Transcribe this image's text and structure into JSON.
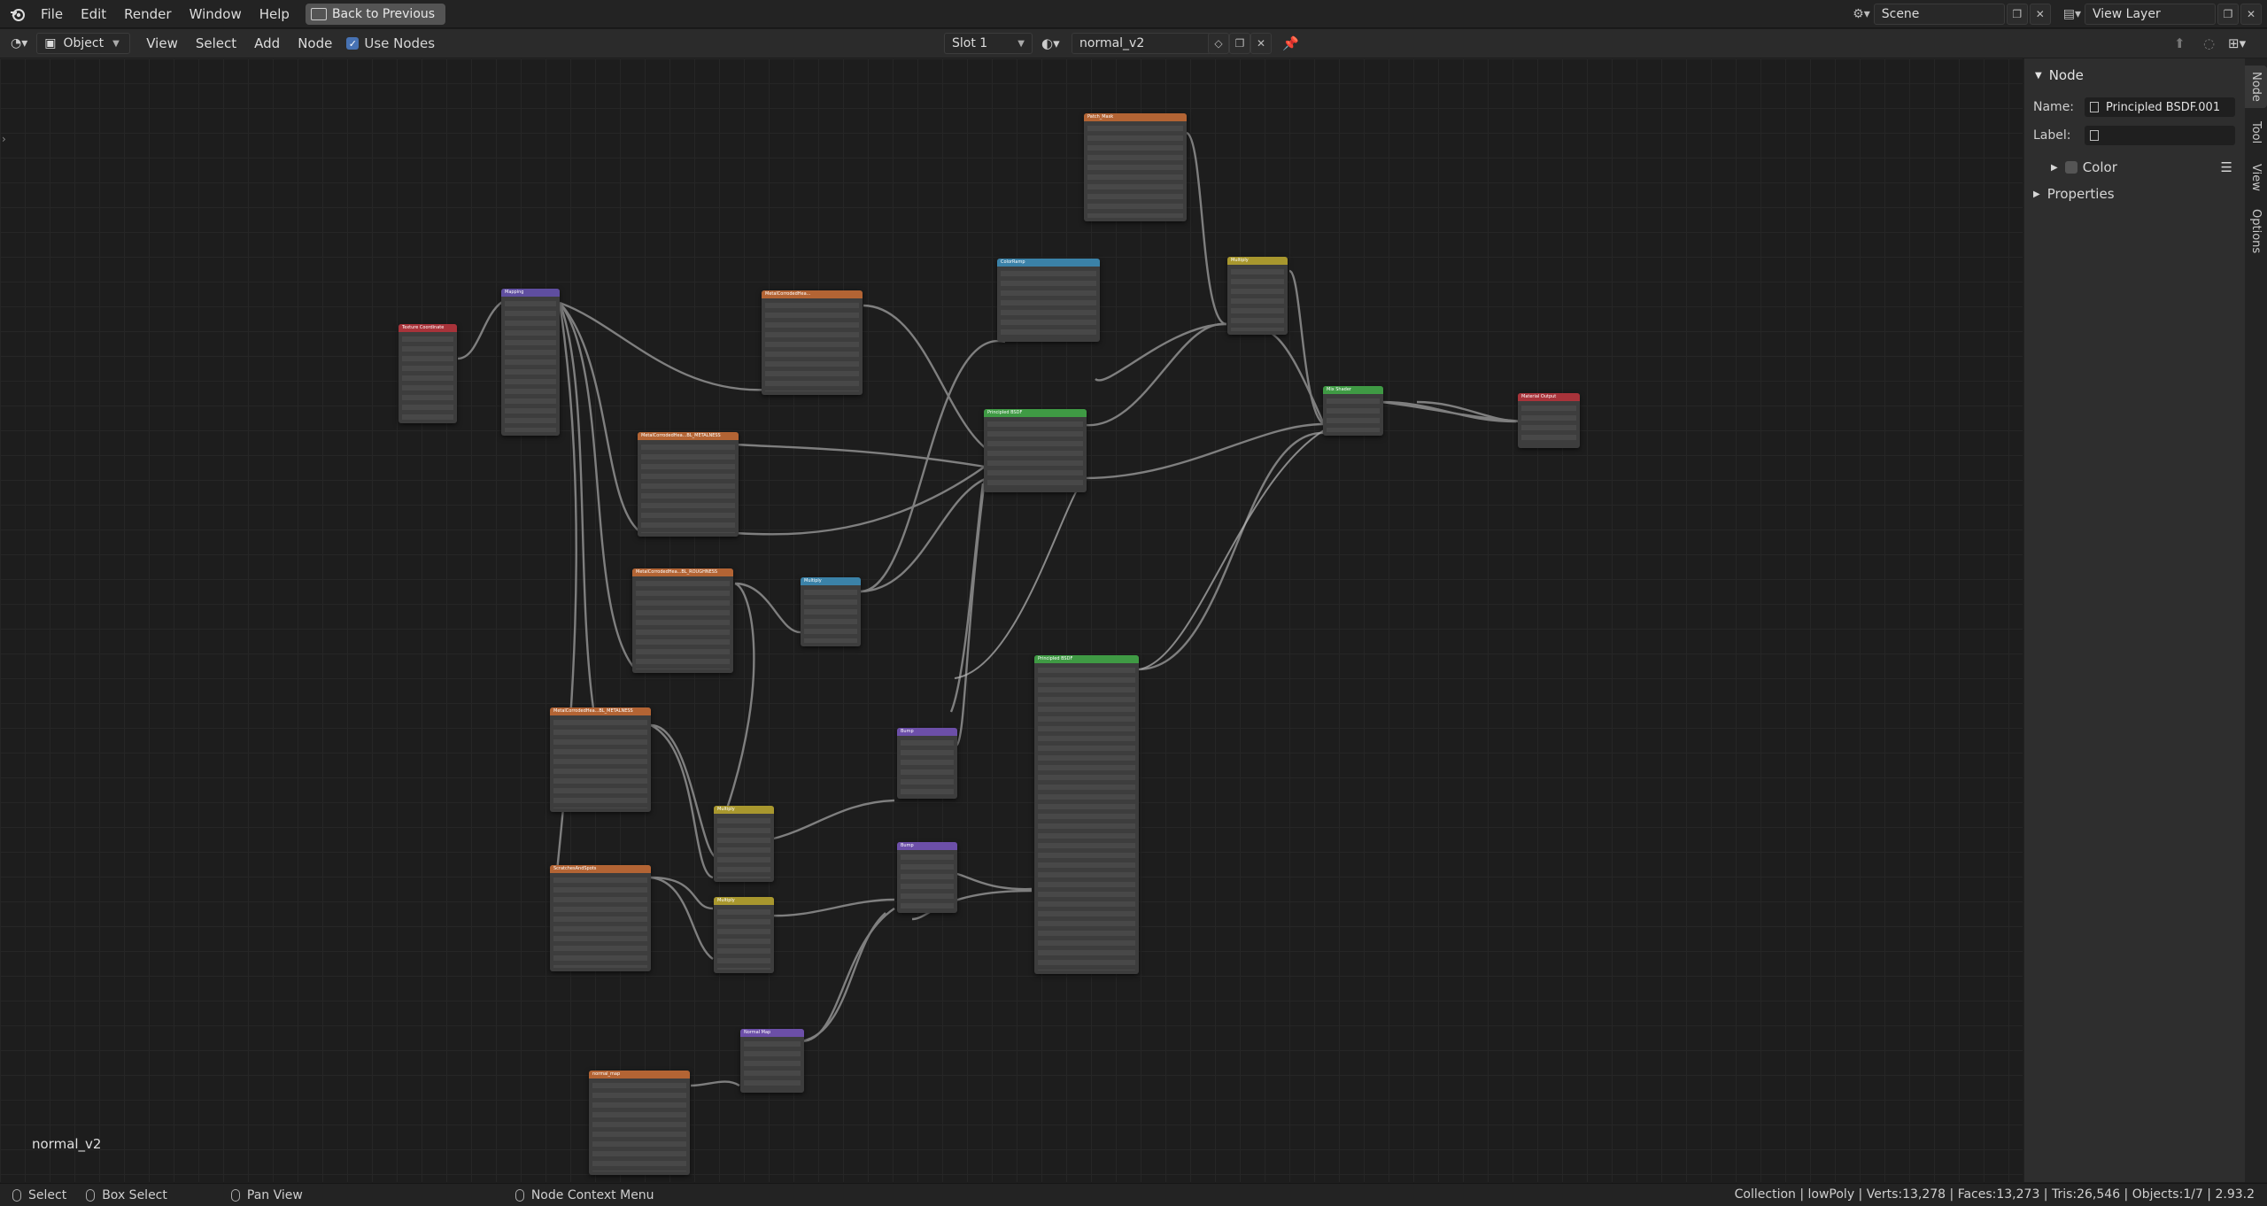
{
  "topbar": {
    "menus": [
      "File",
      "Edit",
      "Render",
      "Window",
      "Help"
    ],
    "back_button": "Back to Previous",
    "scene": "Scene",
    "view_layer": "View Layer"
  },
  "header": {
    "mode": "Object",
    "menus": [
      "View",
      "Select",
      "Add",
      "Node"
    ],
    "use_nodes_label": "Use Nodes",
    "slot": "Slot 1",
    "material": "normal_v2"
  },
  "editor": {
    "label": "normal_v2",
    "nodes": [
      {
        "title": "Texture Coordinate",
        "color": "#a8333a"
      },
      {
        "title": "Mapping",
        "color": "#5f4ea0"
      },
      {
        "title": "MetalCorrodedHea...",
        "color": "#b36434"
      },
      {
        "title": "MetalCorrodedHea...BL_METALNESS",
        "color": "#b36434"
      },
      {
        "title": "MetalCorrodedHea...BL_ROUGHNESS",
        "color": "#b36434"
      },
      {
        "title": "MetalCorrodedHea...BL_METALNESS",
        "color": "#b36434"
      },
      {
        "title": "ScratchesAndSpots",
        "color": "#b36434"
      },
      {
        "title": "normal_map",
        "color": "#b36434"
      },
      {
        "title": "Patch_Mask",
        "color": "#b36434"
      },
      {
        "title": "ColorRamp",
        "color": "#3b82a8"
      },
      {
        "title": "Multiply",
        "color": "#3b82a8"
      },
      {
        "title": "Multiply",
        "color": "#a8972e"
      },
      {
        "title": "Multiply",
        "color": "#a8972e"
      },
      {
        "title": "Multiply",
        "color": "#a8972e"
      },
      {
        "title": "Bump",
        "color": "#6c4fa8"
      },
      {
        "title": "Bump",
        "color": "#6c4fa8"
      },
      {
        "title": "Normal Map",
        "color": "#6c4fa8"
      },
      {
        "title": "Principled BSDF",
        "color": "#3f9a44"
      },
      {
        "title": "Principled BSDF",
        "color": "#3f9a44"
      },
      {
        "title": "Mix Shader",
        "color": "#3f9a44"
      },
      {
        "title": "Material Output",
        "color": "#a8333a"
      }
    ]
  },
  "npanel": {
    "section": "Node",
    "name_label": "Name:",
    "name_value": "Principled BSDF.001",
    "label_label": "Label:",
    "label_value": "",
    "color_label": "Color",
    "properties_label": "Properties",
    "tabs": [
      "Node",
      "Tool",
      "View",
      "Options"
    ]
  },
  "statusbar": {
    "select": "Select",
    "box_select": "Box Select",
    "pan_view": "Pan View",
    "context_menu": "Node Context Menu",
    "stats": "Collection | lowPoly | Verts:13,278 | Faces:13,273 | Tris:26,546 | Objects:1/7 | 2.93.2"
  }
}
